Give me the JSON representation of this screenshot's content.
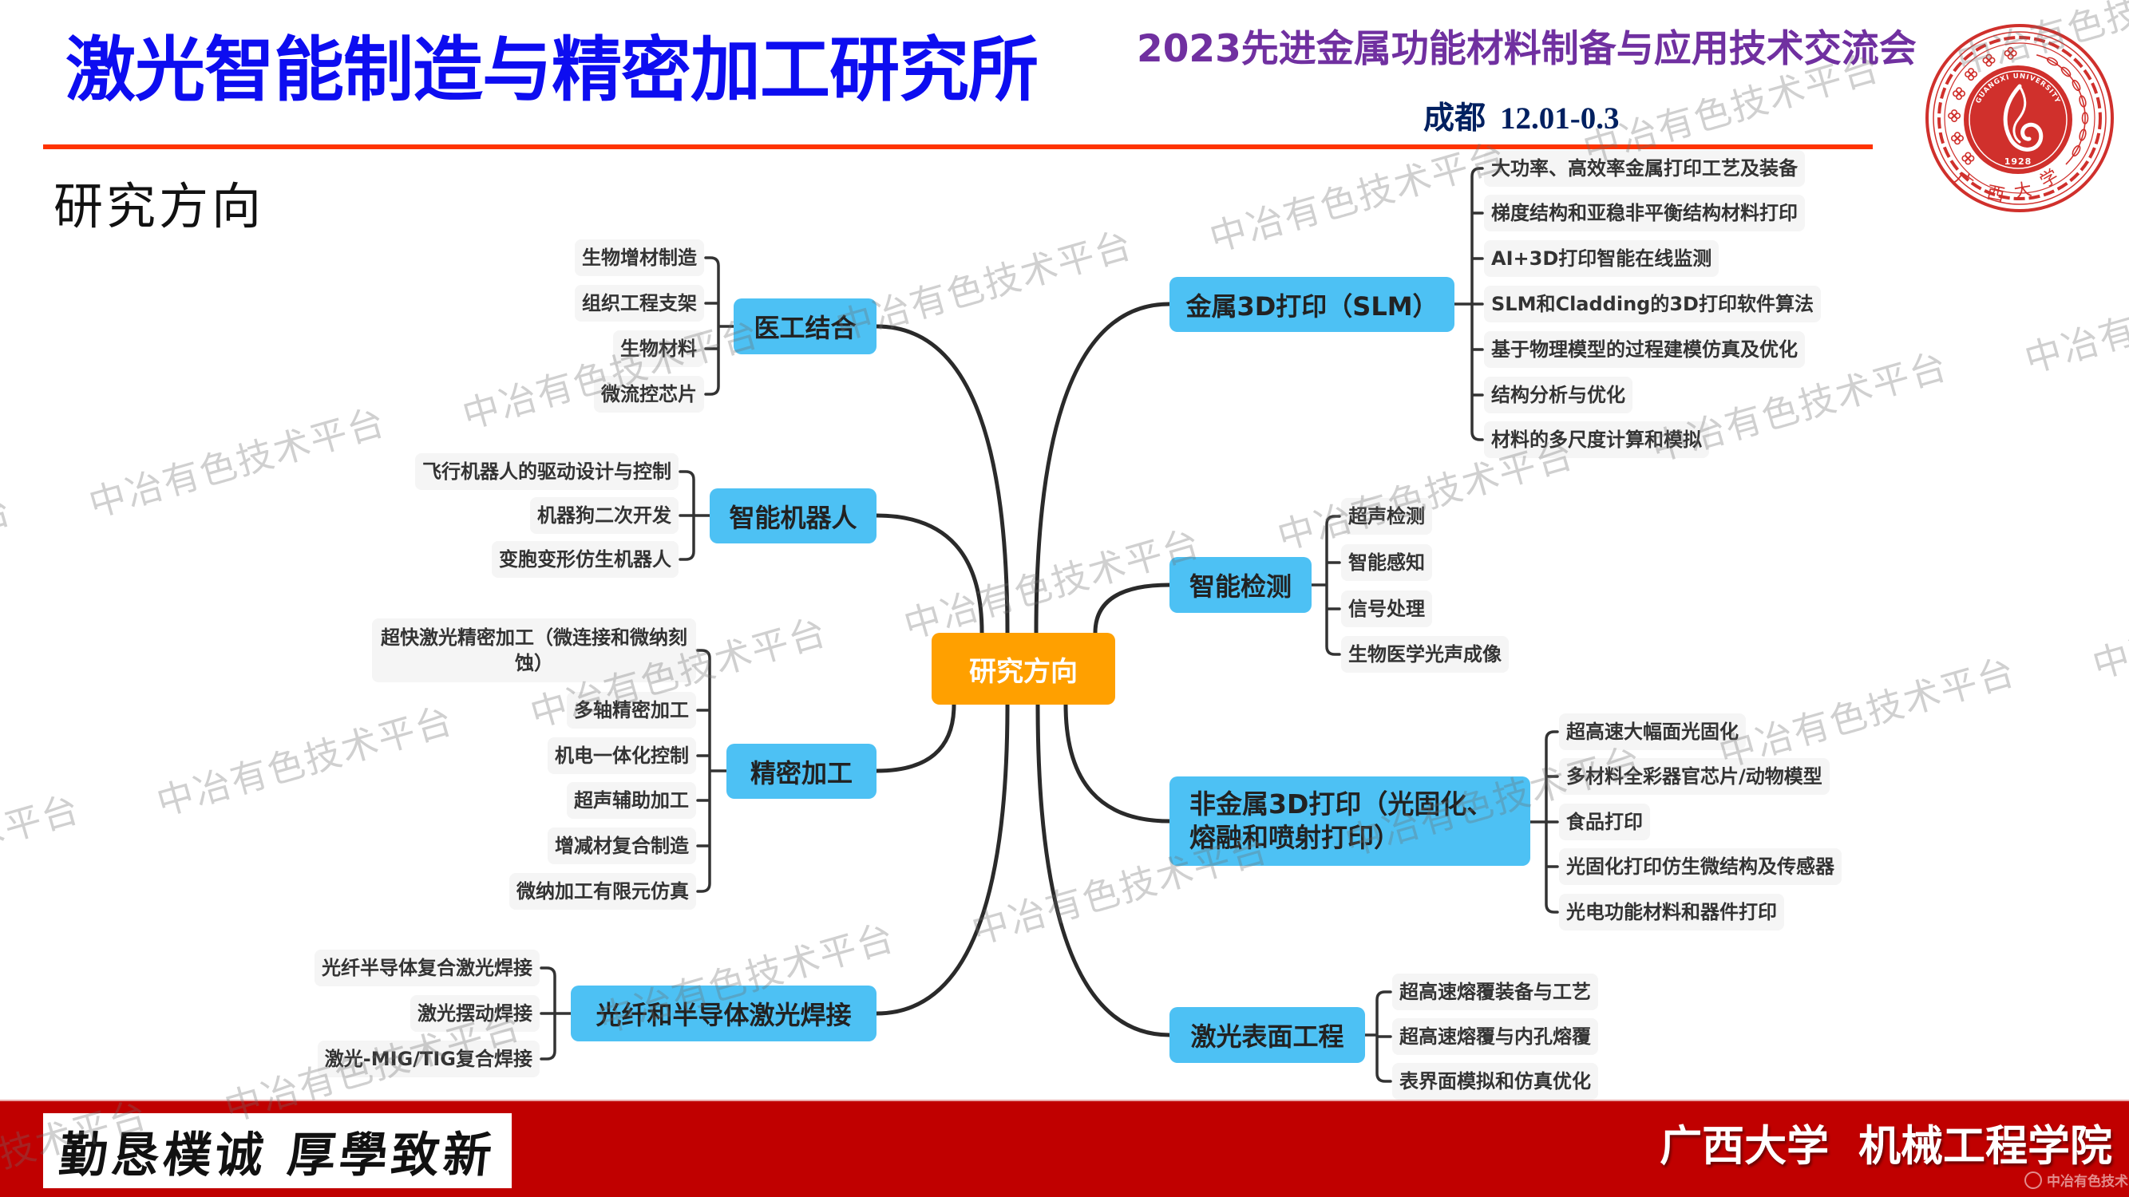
{
  "header": {
    "title": "激光智能制造与精密加工研究所",
    "conference": "2023先进金属功能材料制备与应用技术交流会",
    "location": "成都",
    "dates": "12.01-0.3"
  },
  "logo": {
    "icon": "guangxi-university-seal",
    "name_cn": [
      "广",
      "西",
      "大",
      "学"
    ],
    "name_en": "GUANGXI UNIVERSITY",
    "year": "1928"
  },
  "section_title": "研究方向",
  "mindmap": {
    "root": "研究方向",
    "left": [
      {
        "label": "医工结合",
        "children": [
          "生物增材制造",
          "组织工程支架",
          "生物材料",
          "微流控芯片"
        ]
      },
      {
        "label": "智能机器人",
        "children": [
          "飞行机器人的驱动设计与控制",
          "机器狗二次开发",
          "变胞变形仿生机器人"
        ]
      },
      {
        "label": "精密加工",
        "children": [
          "超快激光精密加工（微连接和微纳刻蚀）",
          "多轴精密加工",
          "机电一体化控制",
          "超声辅助加工",
          "增减材复合制造",
          "微纳加工有限元仿真"
        ]
      },
      {
        "label": "光纤和半导体激光焊接",
        "children": [
          "光纤半导体复合激光焊接",
          "激光摆动焊接",
          "激光-MIG/TIG复合焊接"
        ]
      }
    ],
    "right": [
      {
        "label": "金属3D打印（SLM）",
        "children": [
          "大功率、高效率金属打印工艺及装备",
          "梯度结构和亚稳非平衡结构材料打印",
          "AI+3D打印智能在线监测",
          "SLM和Cladding的3D打印软件算法",
          "基于物理模型的过程建模仿真及优化",
          "结构分析与优化",
          "材料的多尺度计算和模拟"
        ]
      },
      {
        "label": "智能检测",
        "children": [
          "超声检测",
          "智能感知",
          "信号处理",
          "生物医学光声成像"
        ]
      },
      {
        "label": "非金属3D打印（光固化、熔融和喷射打印）",
        "children": [
          "超高速大幅面光固化",
          "多材料全彩器官芯片/动物模型",
          "食品打印",
          "光固化打印仿生微结构及传感器",
          "光电功能材料和器件打印"
        ]
      },
      {
        "label": "激光表面工程",
        "children": [
          "超高速熔覆装备与工艺",
          "超高速熔覆与内孔熔覆",
          "表界面模拟和仿真优化"
        ]
      }
    ]
  },
  "footer": {
    "motto": "勤恳樸诚 厚學致新",
    "institution": "广西大学  机械工程学院",
    "watermark_logo": "中冶有色技术网"
  },
  "watermark": {
    "text": "中冶有色技术平台"
  },
  "colors": {
    "title": "#0D0DF0",
    "conference": "#7030A0",
    "location": "#002060",
    "rule": "#FF3300",
    "root_node": "#FFA000",
    "branch_node": "#4DC1F4",
    "leaf_bg": "#F5F5F5",
    "leaf_text": "#333333",
    "line": "#2A2A2A",
    "footer_bg": "#C00000",
    "seal": "#D0302C"
  }
}
